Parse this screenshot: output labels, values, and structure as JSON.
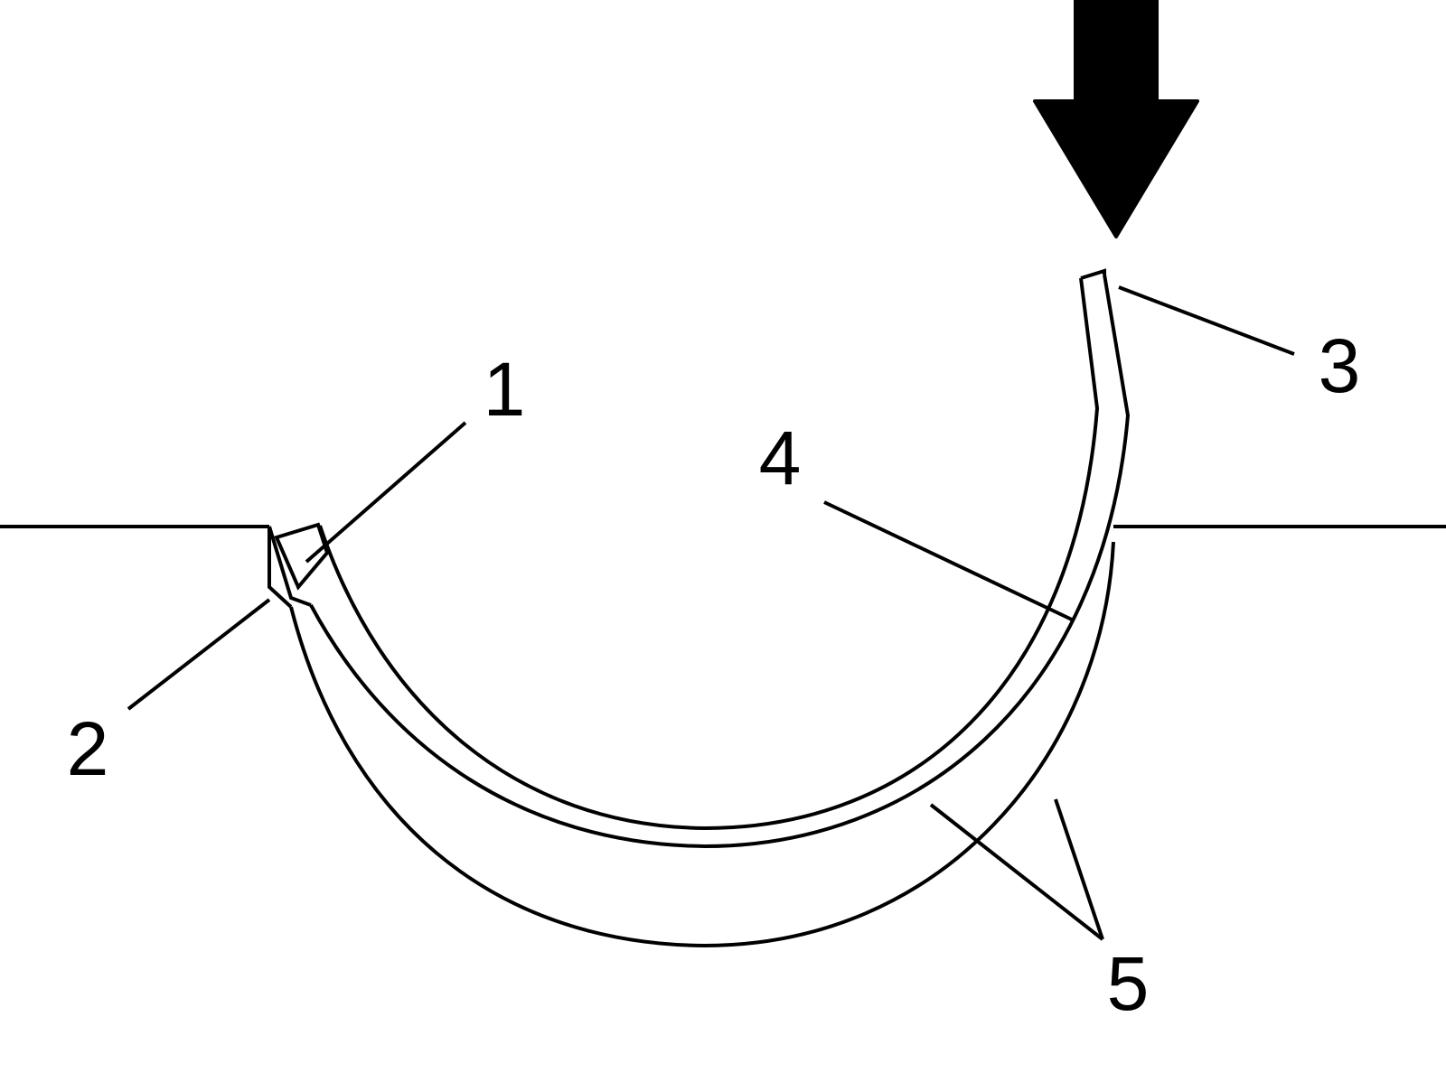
{
  "colors": {
    "stroke": "#000000",
    "background": "#ffffff"
  },
  "callouts": [
    {
      "id": "1",
      "label": "1"
    },
    {
      "id": "2",
      "label": "2"
    },
    {
      "id": "3",
      "label": "3"
    },
    {
      "id": "4",
      "label": "4"
    },
    {
      "id": "5",
      "label": "5"
    }
  ]
}
